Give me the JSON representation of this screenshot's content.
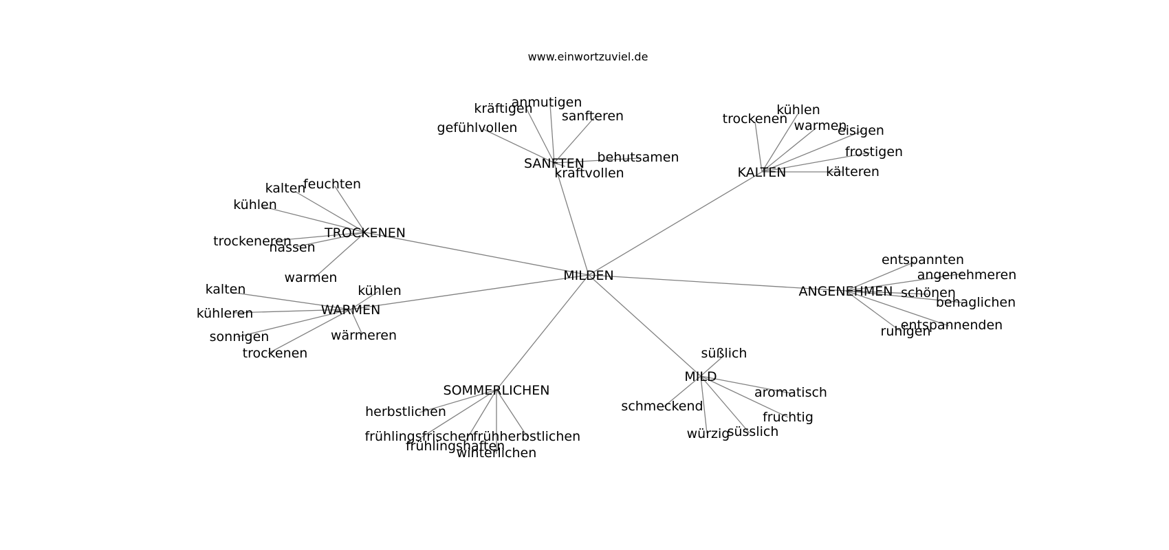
{
  "header": {
    "site": "www.einwortzuviel.de"
  },
  "colors": {
    "edge": "#808080",
    "text": "#000000",
    "background": "#ffffff"
  },
  "graph": {
    "root": "MILDEN",
    "hubs": {
      "sanften": "SANFTEN",
      "kalten": "KALTEN",
      "trockenen": "TROCKENEN",
      "warmen": "WARMEN",
      "angenehmen": "ANGENEHMEN",
      "sommerlichen": "SOMMERLICHEN",
      "mild": "MILD"
    },
    "leaves": {
      "sanften": [
        "kräftigen",
        "anmutigen",
        "sanfteren",
        "gefühlvollen",
        "behutsamen",
        "kraftvollen"
      ],
      "kalten": [
        "kühlen",
        "trockenen",
        "warmen",
        "eisigen",
        "frostigen",
        "kälteren"
      ],
      "trockenen": [
        "feuchten",
        "kalten",
        "kühlen",
        "trockeneren",
        "nassen",
        "warmen"
      ],
      "warmen": [
        "kalten",
        "kühlen",
        "kühleren",
        "sonnigen",
        "wärmeren",
        "trockenen"
      ],
      "angenehmen": [
        "entspannten",
        "angenehmeren",
        "schönen",
        "behaglichen",
        "entspannenden",
        "ruhigen"
      ],
      "sommerlichen": [
        "herbstlichen",
        "frühlingsfrischen",
        "frühherbstlichen",
        "frühlingshaften",
        "winterlichen"
      ],
      "mild": [
        "süßlich",
        "aromatisch",
        "schmeckend",
        "fruchtig",
        "würzig",
        "süsslich"
      ]
    }
  }
}
